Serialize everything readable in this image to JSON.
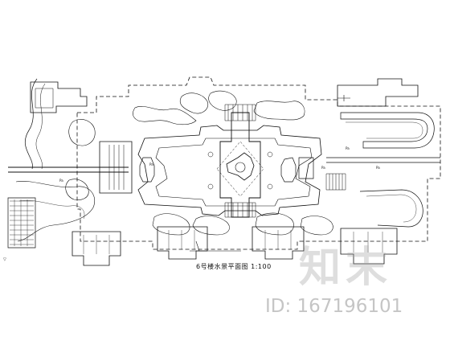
{
  "drawing": {
    "caption": "6号楼水景平面图  1:100",
    "corner_mark": "▽"
  },
  "watermark": {
    "mark": "知末",
    "id_text": "ID: 167196101"
  }
}
